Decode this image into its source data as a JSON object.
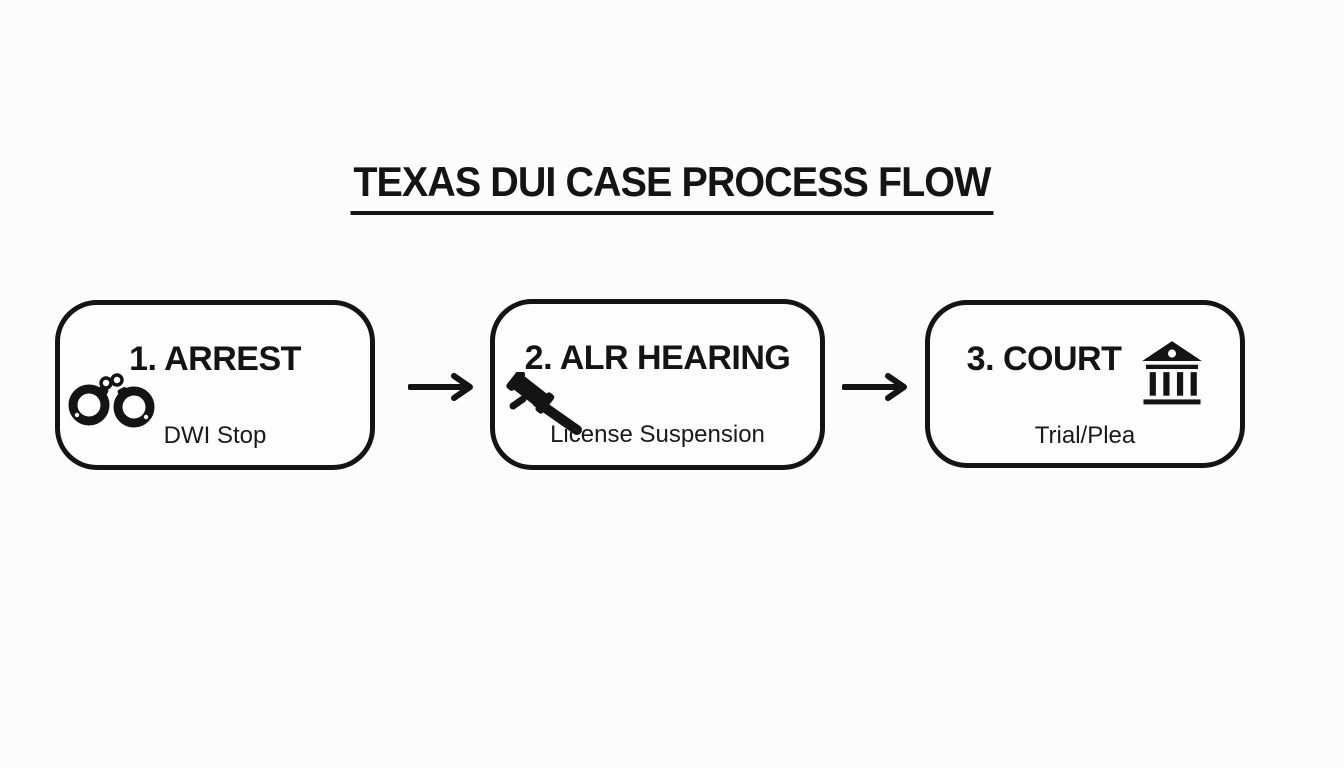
{
  "title": "TEXAS DUI CASE PROCESS FLOW",
  "steps": [
    {
      "heading": "1. ARREST",
      "sub": "DWI Stop",
      "icon": "handcuffs-icon"
    },
    {
      "heading": "2. ALR HEARING",
      "sub": "License Suspension",
      "icon": "gavel-icon"
    },
    {
      "heading": "3. COURT",
      "sub": "Trial/Plea",
      "icon": "courthouse-icon"
    }
  ],
  "connectors": [
    {
      "icon": "arrow-right-icon"
    },
    {
      "icon": "arrow-right-icon"
    }
  ],
  "colors": {
    "ink": "#141414",
    "background": "#fcfcfc"
  }
}
